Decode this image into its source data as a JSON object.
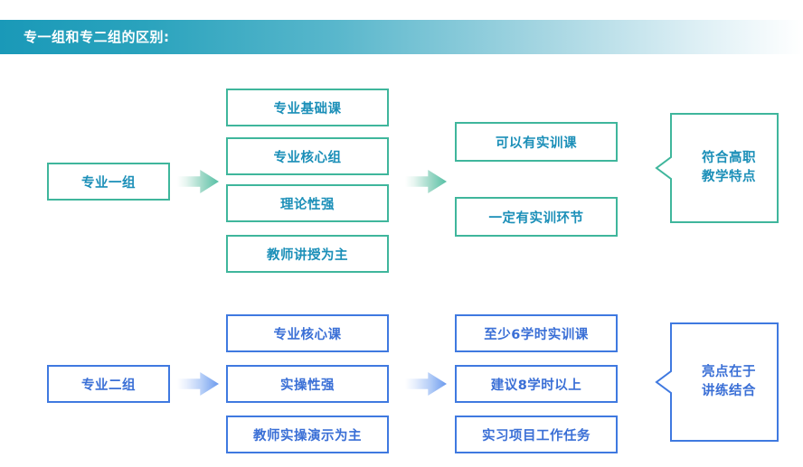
{
  "header": {
    "title": "专一组和专二组的区别:",
    "gradient_start": "#1a99b8",
    "gradient_end": "#ffffff",
    "text_color": "#ffffff"
  },
  "theme": {
    "group1_border": "#3fb69c",
    "group1_text": "#1b8fb8",
    "group2_border": "#3f79e0",
    "group2_text": "#3a6fd6",
    "background": "#ffffff"
  },
  "groups": [
    {
      "id": "group-1",
      "source": {
        "label": "专业一组"
      },
      "arrow1": {
        "icon": "right-arrow-icon"
      },
      "column1": [
        {
          "label": "专业基础课"
        },
        {
          "label": "专业核心组"
        },
        {
          "label": "理论性强"
        },
        {
          "label": "教师讲授为主"
        }
      ],
      "arrow2": {
        "icon": "right-arrow-icon"
      },
      "column2": [
        {
          "label": "可以有实训课"
        },
        {
          "label": "一定有实训环节"
        }
      ],
      "callout": {
        "line1": "符合高职",
        "line2": "教学特点"
      }
    },
    {
      "id": "group-2",
      "source": {
        "label": "专业二组"
      },
      "arrow1": {
        "icon": "right-arrow-icon"
      },
      "column1": [
        {
          "label": "专业核心课"
        },
        {
          "label": "实操性强"
        },
        {
          "label": "教师实操演示为主"
        }
      ],
      "arrow2": {
        "icon": "right-arrow-icon"
      },
      "column2": [
        {
          "label": "至少6学时实训课"
        },
        {
          "label": "建议8学时以上"
        },
        {
          "label": "实习项目工作任务"
        }
      ],
      "callout": {
        "line1": "亮点在于",
        "line2": "讲练结合"
      }
    }
  ]
}
